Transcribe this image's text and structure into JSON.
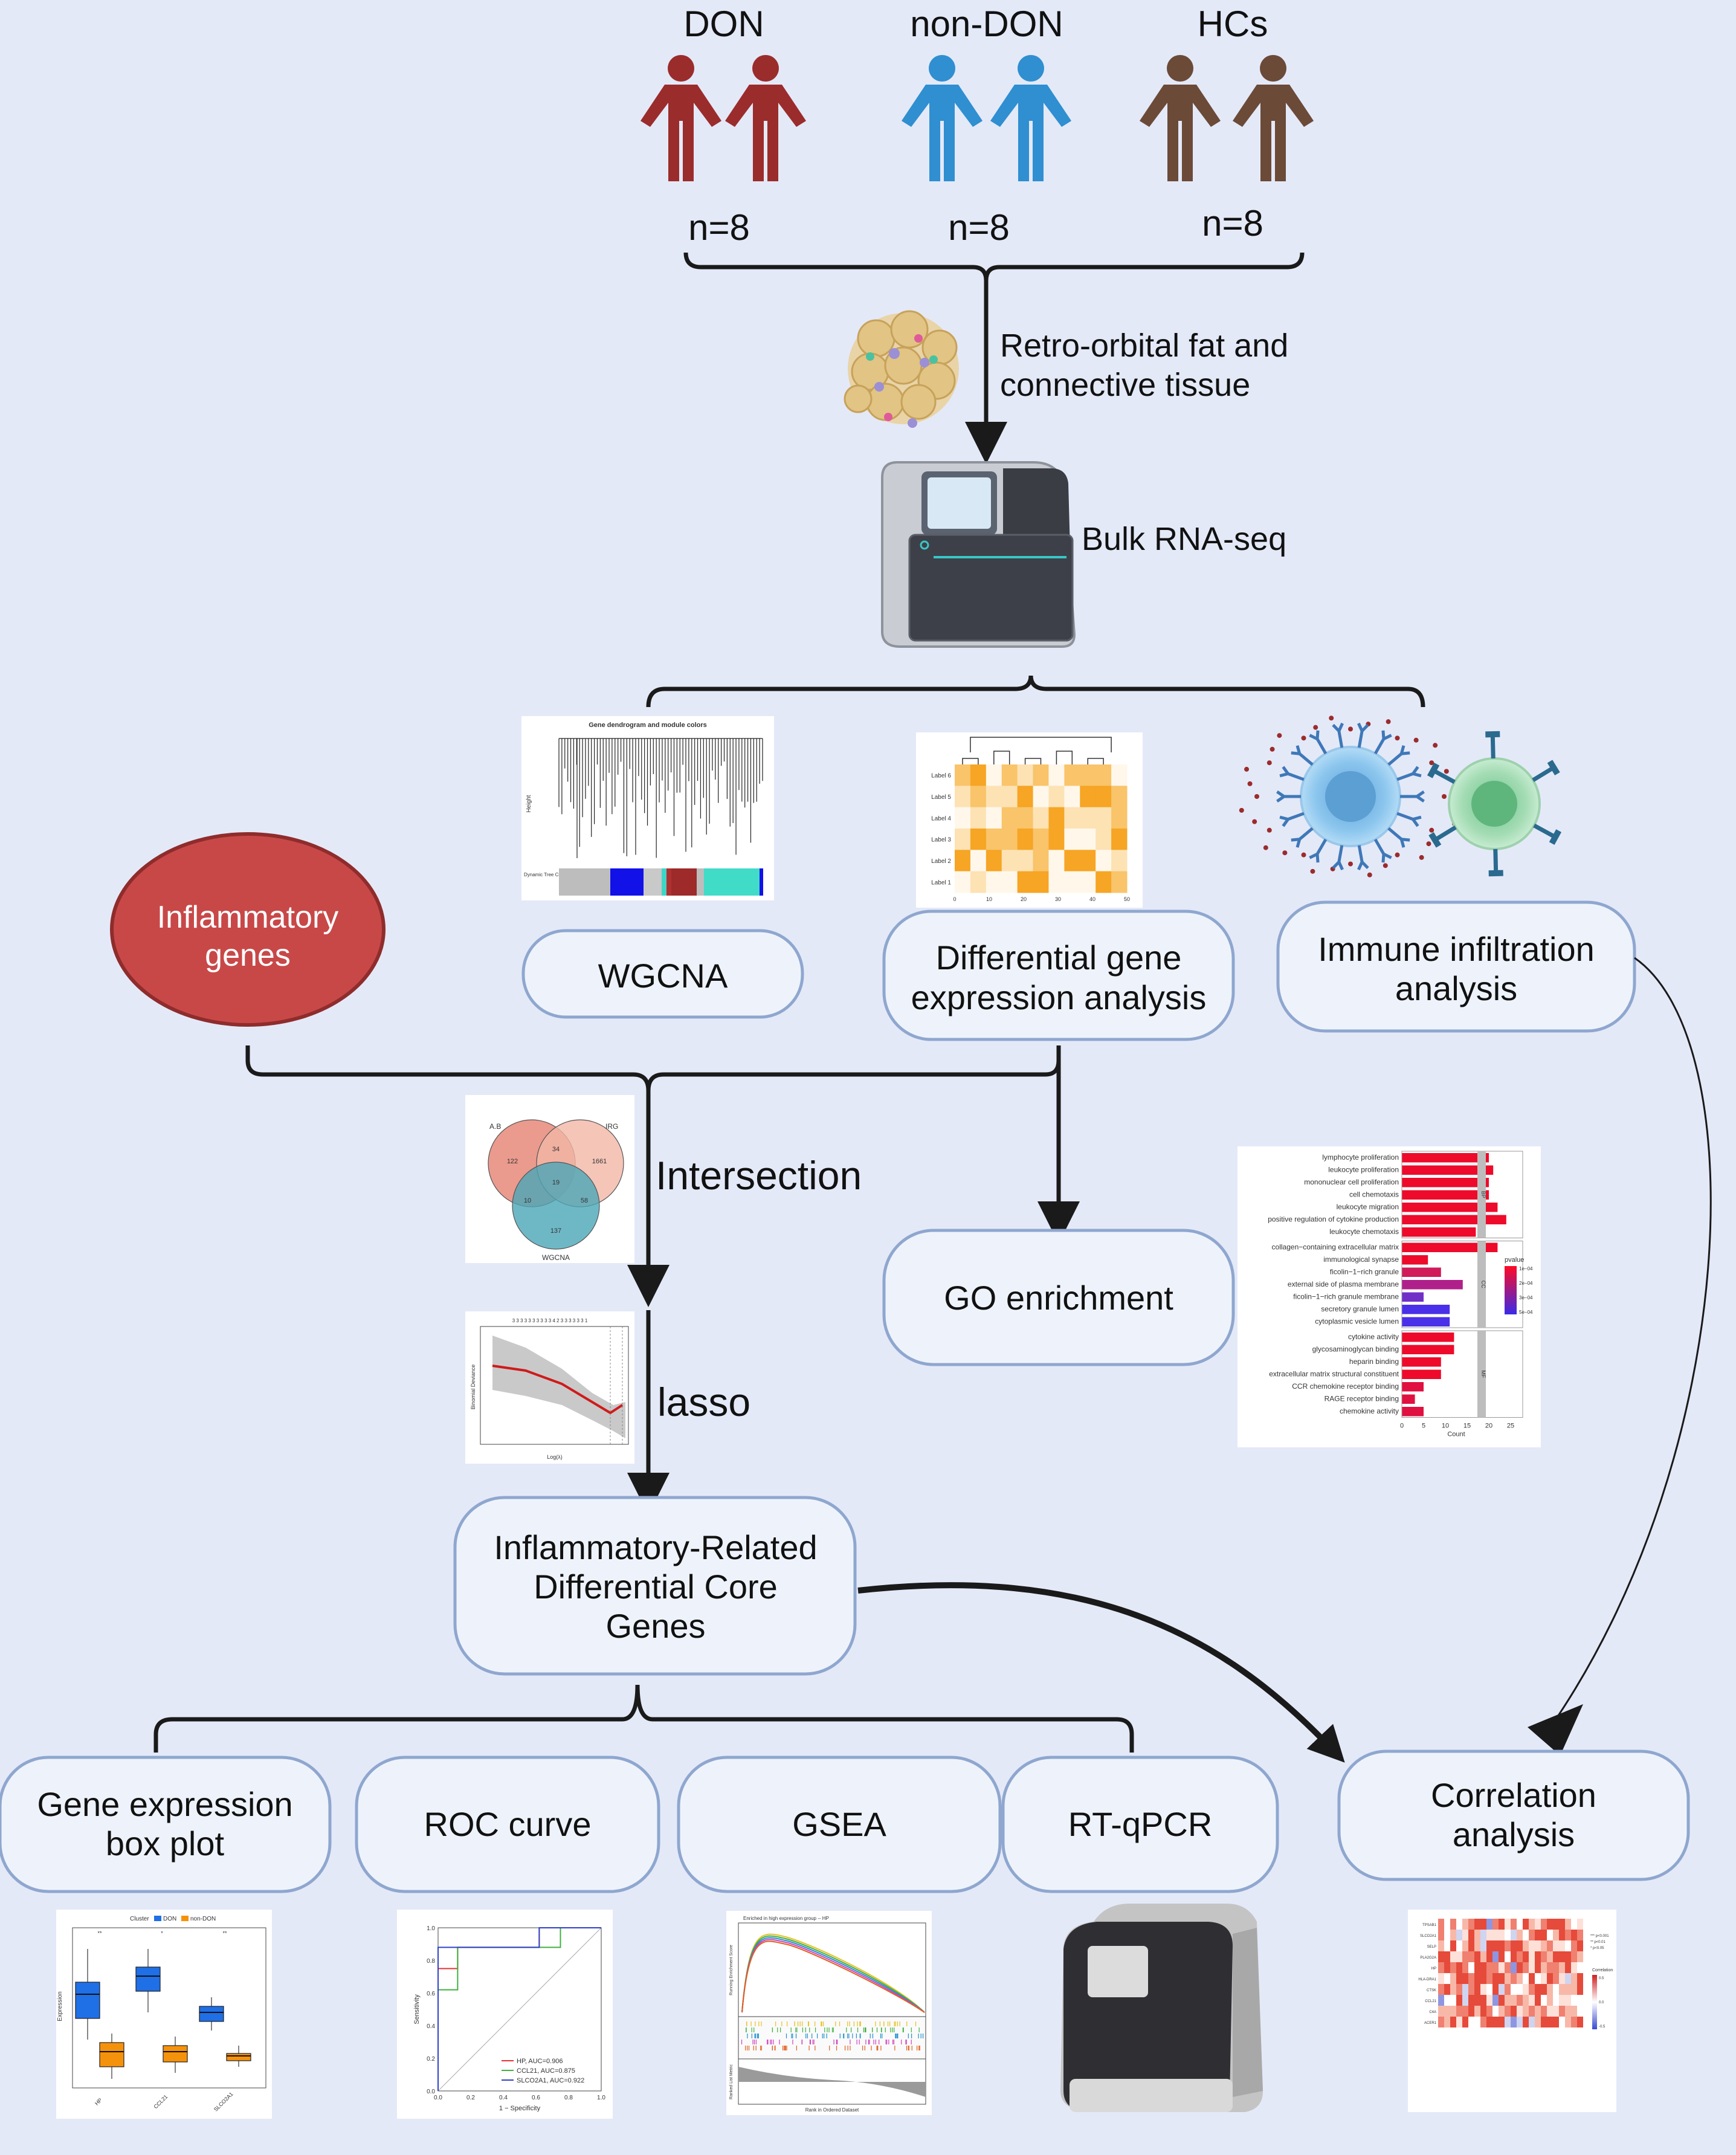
{
  "cohorts": [
    {
      "name": "DON",
      "n": "n=8",
      "color": "#9b2c2c"
    },
    {
      "name": "non-DON",
      "n": "n=8",
      "color": "#2f8fd0"
    },
    {
      "name": "HCs",
      "n": "n=8",
      "color": "#6b4a38"
    }
  ],
  "tissue_label": [
    "Retro-orbital fat and",
    "connective tissue"
  ],
  "sequencing_label": "Bulk RNA-seq",
  "analyses": {
    "inflammatory_genes": [
      "Inflammatory",
      "genes"
    ],
    "wgcna": "WGCNA",
    "deg": [
      "Differential gene",
      "expression analysis"
    ],
    "immune": [
      "Immune infiltration",
      "analysis"
    ],
    "go": "GO enrichment",
    "intersection": "Intersection",
    "lasso": "lasso",
    "core_genes": [
      "Inflammatory-Related",
      "Differential Core",
      "Genes"
    ],
    "correlation": [
      "Correlation",
      "analysis"
    ]
  },
  "validations": [
    {
      "label": [
        "Gene expression",
        "box plot"
      ]
    },
    {
      "label": [
        "ROC curve"
      ]
    },
    {
      "label": [
        "GSEA"
      ]
    },
    {
      "label": [
        "RT-qPCR"
      ]
    }
  ],
  "wgcna_thumb": {
    "title": "Gene dendrogram and module colors",
    "ylabel": "Height",
    "row_label": "Dynamic Tree Cut"
  },
  "heatmap_thumb": {
    "rows": [
      "Label 6",
      "Label 5",
      "Label 4",
      "Label 3",
      "Label 2",
      "Label 1"
    ],
    "xticks": [
      "0",
      "10",
      "20",
      "30",
      "40",
      "50"
    ]
  },
  "venn_thumb": {
    "sets": [
      "A.B",
      "IRG",
      "WGCNA"
    ],
    "values": [
      "122",
      "34",
      "1661",
      "19",
      "10",
      "58",
      "137"
    ],
    "colors": [
      "#e8887a",
      "#f3b7a6",
      "#4aa6b8"
    ]
  },
  "lasso_thumb": {
    "xlabel": "Log(λ)",
    "ylabel": "Binomial Deviance",
    "top_ticks": "3 3 3 3 3 3 3 3 3 3 4 2 3 3 3 3 3 3 1"
  },
  "go_thumb": {
    "terms": [
      {
        "name": "lymphocyte proliferation",
        "count": 20,
        "color": "#ee0a2a"
      },
      {
        "name": "leukocyte proliferation",
        "count": 21,
        "color": "#ee0a2a"
      },
      {
        "name": "mononuclear cell proliferation",
        "count": 20,
        "color": "#ee0a2a"
      },
      {
        "name": "cell chemotaxis",
        "count": 20,
        "color": "#ee0a2a"
      },
      {
        "name": "leukocyte migration",
        "count": 22,
        "color": "#ee0a2a"
      },
      {
        "name": "positive regulation of cytokine production",
        "count": 24,
        "color": "#ee0a2a"
      },
      {
        "name": "leukocyte chemotaxis",
        "count": 17,
        "color": "#ee0a2a"
      },
      {
        "name": "collagen−containing extracellular matrix",
        "count": 22,
        "color": "#ee0a2a"
      },
      {
        "name": "immunological synapse",
        "count": 6,
        "color": "#ee0a2a"
      },
      {
        "name": "ficolin−1−rich granule",
        "count": 9,
        "color": "#d01a5a"
      },
      {
        "name": "external side of plasma membrane",
        "count": 14,
        "color": "#b0208a"
      },
      {
        "name": "ficolin−1−rich granule membrane",
        "count": 5,
        "color": "#7030c8"
      },
      {
        "name": "secretory granule lumen",
        "count": 11,
        "color": "#4a30e8"
      },
      {
        "name": "cytoplasmic vesicle lumen",
        "count": 11,
        "color": "#4a30e8"
      },
      {
        "name": "cytokine activity",
        "count": 12,
        "color": "#ee0a2a"
      },
      {
        "name": "glycosaminoglycan binding",
        "count": 12,
        "color": "#ee0a2a"
      },
      {
        "name": "heparin binding",
        "count": 9,
        "color": "#ee0a2a"
      },
      {
        "name": "extracellular matrix structural constituent",
        "count": 9,
        "color": "#ee0a2a"
      },
      {
        "name": "CCR chemokine receptor binding",
        "count": 5,
        "color": "#e01040"
      },
      {
        "name": "RAGE receptor binding",
        "count": 3,
        "color": "#e01040"
      },
      {
        "name": "chemokine activity",
        "count": 5,
        "color": "#e01040"
      }
    ],
    "facets": [
      "BP",
      "CC",
      "MF"
    ],
    "xticks": [
      "0",
      "5",
      "10",
      "15",
      "20",
      "25"
    ],
    "xlabel": "Count",
    "legend_title": "pvalue",
    "legend_ticks": [
      "1e−04",
      "2e−04",
      "3e−04",
      "5e−04"
    ]
  },
  "boxplot_thumb": {
    "legend": [
      "Cluster",
      "DON",
      "non-DON"
    ],
    "genes": [
      "HP",
      "CCL21",
      "SLCO2A1"
    ],
    "ylabel": "Expression",
    "colors": [
      "#1f6fe6",
      "#f5920c"
    ],
    "signif": [
      "**",
      "*",
      "**"
    ]
  },
  "roc_thumb": {
    "xlabel": "1 − Specificity",
    "ylabel": "Sensitivity",
    "legend": [
      "HP, AUC=0.906",
      "CCL21, AUC=0.875",
      "SLCO2A1, AUC=0.922"
    ],
    "colors": [
      "#e83030",
      "#40b040",
      "#3040c8"
    ],
    "ticks": [
      "0.0",
      "0.2",
      "0.4",
      "0.6",
      "0.8",
      "1.0"
    ]
  },
  "gsea_thumb": {
    "title": "Enriched in high expression group -- HP",
    "xlabel": "Rank in Ordered Dataset",
    "ylabel1": "Running Enrichment Score",
    "ylabel2": "Ranked List Metric"
  },
  "corr_thumb": {
    "genes": [
      "TPSAB1",
      "SLCO2A1",
      "SELP",
      "PLA2G2A",
      "HP",
      "HLA-DRA1",
      "CTSK",
      "CCL21",
      "C4A",
      "ACER1"
    ],
    "legend_title": "Correlation",
    "legend_sig": [
      "*** p<0.001",
      "** p<0.01",
      "* p<0.05"
    ],
    "legend_ticks": [
      "0.5",
      "0.0",
      "-0.5"
    ]
  }
}
